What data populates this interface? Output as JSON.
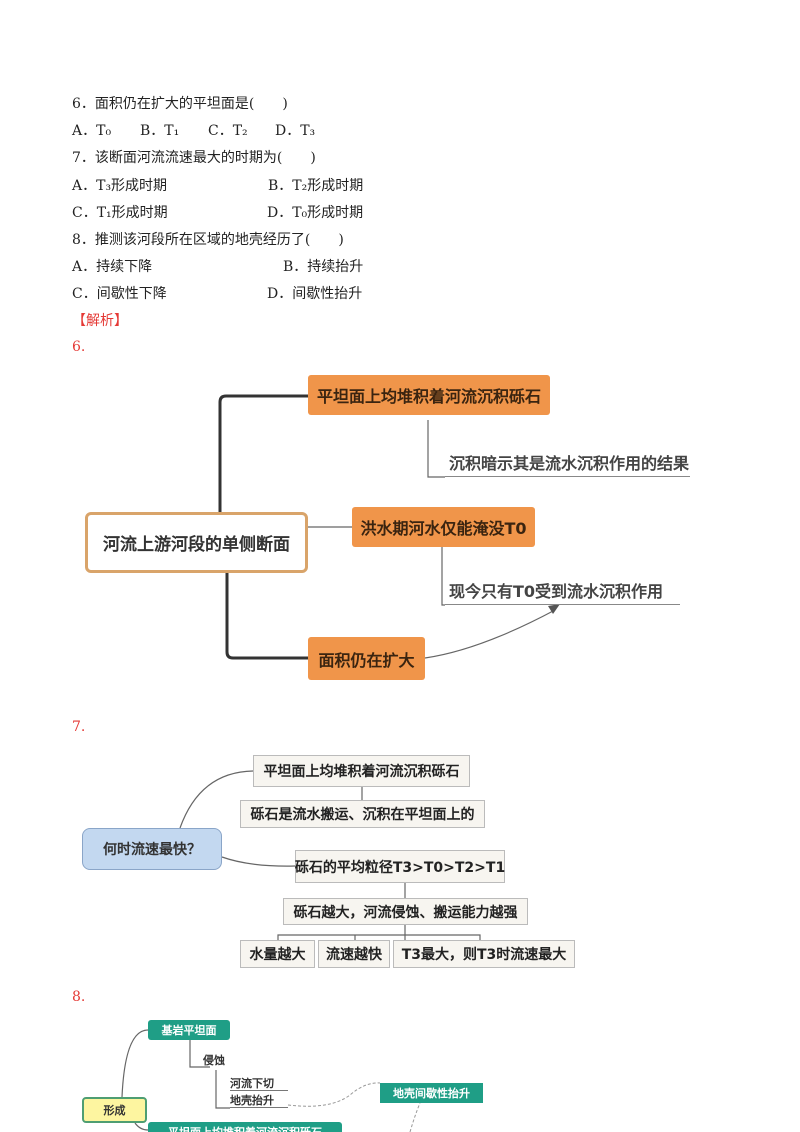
{
  "questions": [
    {
      "stem": "6．面积仍在扩大的平坦面是(　　)",
      "options": [
        "A．T₀",
        "B．T₁",
        "C．T₂",
        "D．T₃"
      ]
    },
    {
      "stem": "7．该断面河流流速最大的时期为(　　)",
      "options": [
        "A．T₃形成时期",
        "B．T₂形成时期",
        "C．T₁形成时期",
        "D．T₀形成时期"
      ]
    },
    {
      "stem": "8．推测该河段所在区域的地壳经历了(　　)",
      "options": [
        "A．持续下降",
        "B．持续抬升",
        "C．间歇性下降",
        "D．间歇性抬升"
      ]
    }
  ],
  "analysis": {
    "heading": "【解析】",
    "n6": "6.",
    "n7": "7.",
    "n8": "8."
  },
  "diagram6": {
    "center": "河流上游河段的单侧断面",
    "b1": "平坦面上均堆积着河流沉积砾石",
    "s1": "沉积暗示其是流水沉积作用的结果",
    "b2": "洪水期河水仅能淹没T0",
    "s2": "现今只有T0受到流水沉积作用",
    "b3": "面积仍在扩大"
  },
  "diagram7": {
    "center": "何时流速最快？",
    "b1": "平坦面上均堆积着河流沉积砾石",
    "b2": "砾石是流水搬运、沉积在平坦面上的",
    "b3": "砾石的平均粒径T3>T0>T2>T1",
    "b4": "砾石越大，河流侵蚀、搬运能力越强",
    "r1": "水量越大",
    "r2": "流速越快",
    "r3": "T3最大，则T3时流速最大"
  },
  "diagram8": {
    "center": "形成",
    "b1": "基岩平坦面",
    "t1": "侵蚀",
    "t2": "河流下切",
    "t3": "地壳抬升",
    "b2": "地壳间歇性抬升",
    "b3": "平坦面上均堆积着河流沉积砾石"
  }
}
